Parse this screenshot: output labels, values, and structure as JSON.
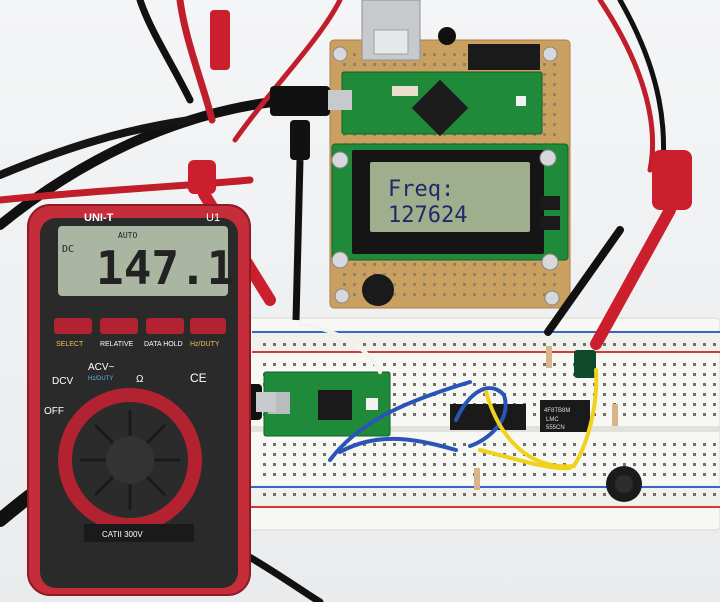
{
  "lcd": {
    "line1": "Freq:",
    "line2": "127624"
  },
  "multimeter": {
    "brand": "UNI-T",
    "model": "U1",
    "reading": "147.1",
    "mode": "DC",
    "auto": "AUTO",
    "buttons": [
      "SELECT",
      "RELATIVE",
      "DATA HOLD",
      "Hz/DUTY"
    ],
    "dial": {
      "acv": "ACV~",
      "dcv": "DCV",
      "hz": "Hz/DUTY",
      "off": "OFF",
      "ohm": "Ω",
      "ce": "CE"
    },
    "cat": "CATII 300V"
  },
  "chips": {
    "regulator": "4F8TB8M",
    "timer_line1": "LMC",
    "timer_line2": "555CN"
  },
  "colors": {
    "pcb": "#1f8a3a",
    "meter": "#c62d3a",
    "probe_red": "#cc1f2e",
    "lcd_bg": "#9fae8d",
    "lcd_text": "#1f2a6b",
    "wire_blue": "#2a54b8",
    "wire_yellow": "#f0d21c"
  }
}
